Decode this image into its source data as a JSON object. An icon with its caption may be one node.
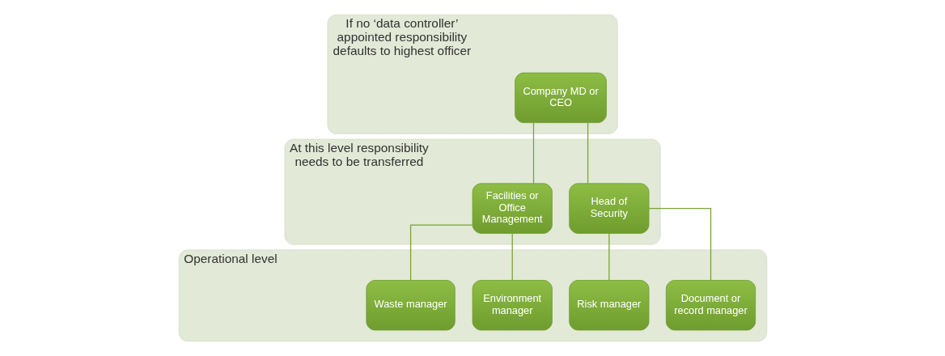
{
  "diagram": {
    "nodes": [
      {
        "text": [
          "If no ‘data controller’ appointed responsibility defaults to highest officer"
        ]
      },
      {
        "text": [
          "Company MD or CEO"
        ],
        "in": 0
      },
      {
        "text": [
          "At this level responsibility needs to be transferred"
        ]
      },
      {
        "text": [
          "Facilities or Office Management"
        ],
        "in": 2
      },
      {
        "text": [
          "Head of Security"
        ],
        "in": 2
      },
      {
        "text": [
          "Operational level"
        ]
      },
      {
        "text": [
          "Waste manager"
        ],
        "in": 5
      },
      {
        "text": [
          "Environment manager"
        ],
        "in": 5
      },
      {
        "text": [
          "Risk manager"
        ],
        "in": 5
      },
      {
        "text": [
          "Document or record manager"
        ],
        "in": 5
      }
    ],
    "edges": [
      {
        "from": 1,
        "to": 3,
        "arrow": "none"
      },
      {
        "from": 1,
        "to": 4,
        "arrow": "none"
      },
      {
        "from": 3,
        "to": 6,
        "arrow": "none"
      },
      {
        "from": 3,
        "to": 7,
        "arrow": "none"
      },
      {
        "from": 4,
        "to": 8,
        "arrow": "none"
      },
      {
        "from": 4,
        "to": 9,
        "arrow": "none"
      }
    ]
  }
}
